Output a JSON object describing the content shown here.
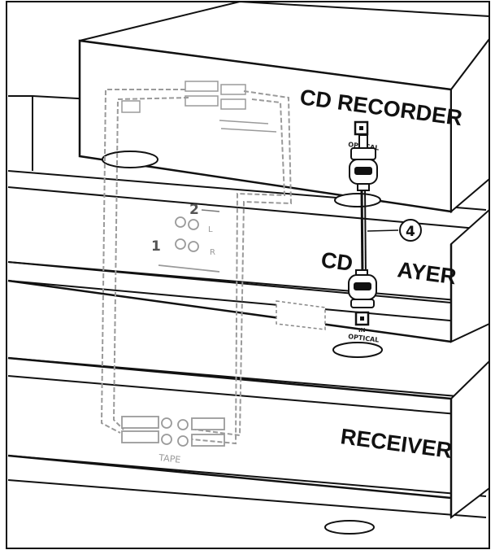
{
  "devices": {
    "cd_recorder": {
      "label": "CD RECORDER",
      "port_label": "OPTICAL"
    },
    "cd_player": {
      "label_left": "CD",
      "label_right": "AYER",
      "port_in": "IN",
      "port_label": "OPTICAL"
    },
    "receiver": {
      "label": "RECEIVER",
      "tape_label": "TAPE"
    }
  },
  "callouts": {
    "step_one": "1",
    "step_two": "2",
    "step_four": "4"
  },
  "jack_labels": {
    "left": "L",
    "right": "R"
  },
  "colors": {
    "outline": "#111111",
    "analog_cable": "#9a9a9a",
    "face": "#ffffff"
  }
}
